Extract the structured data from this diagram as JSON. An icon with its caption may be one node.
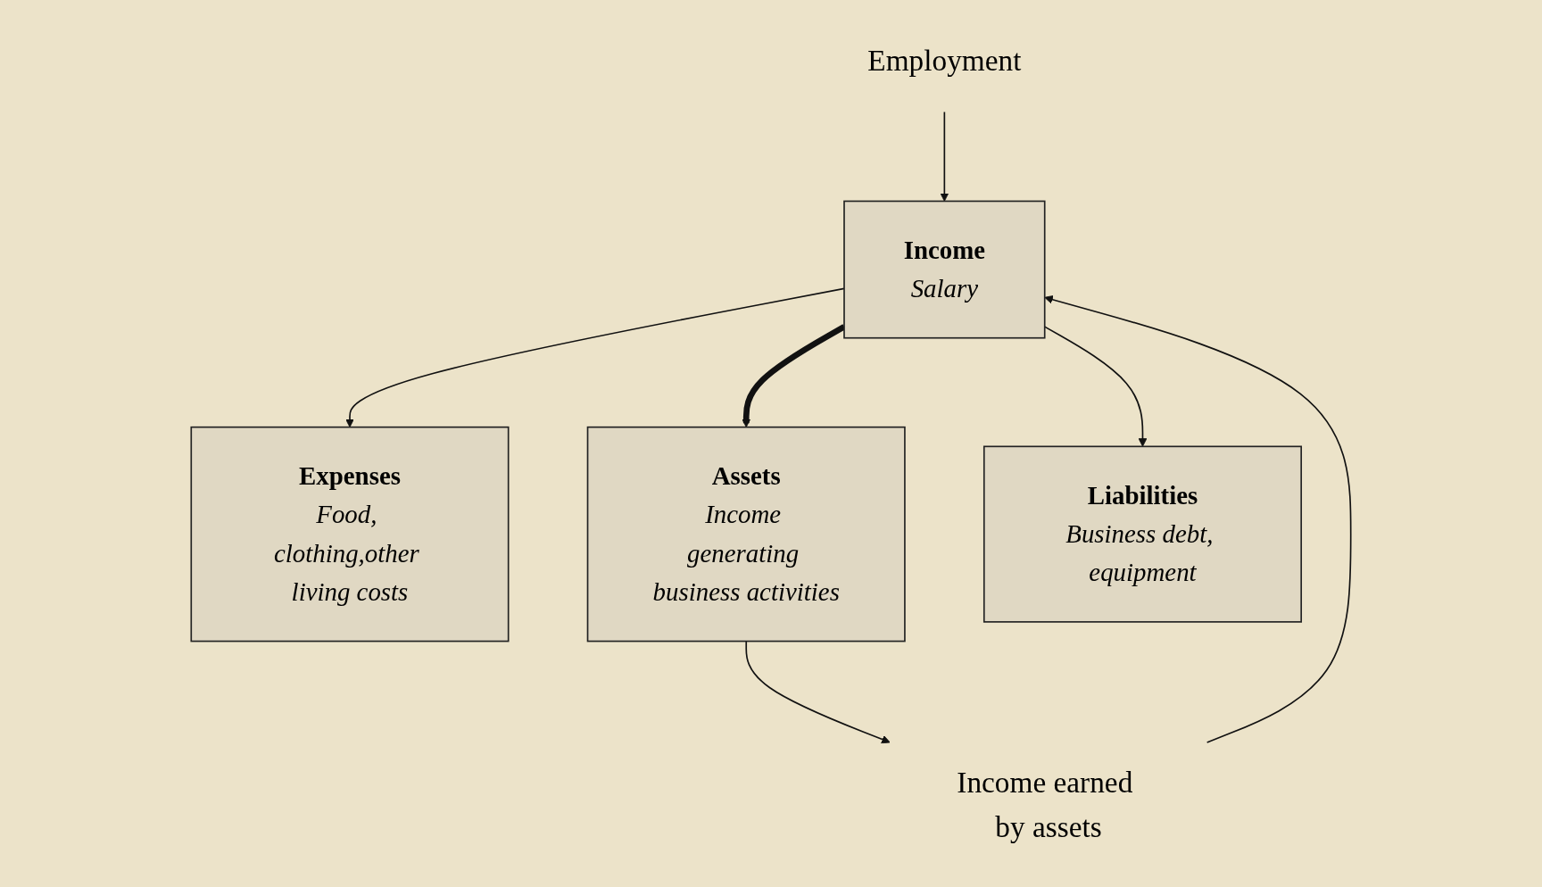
{
  "diagram": {
    "nodes": [
      {
        "text": [
          "Income",
          "Salary"
        ]
      },
      {
        "text": [
          "Expenses",
          "Food, clothing,other living costs"
        ]
      },
      {
        "text": [
          "Assets",
          "Income generating business activities"
        ]
      },
      {
        "text": [
          "Liabilities",
          "Business debt, equipment"
        ]
      },
      {
        "text": [
          "Employment"
        ]
      },
      {
        "text": [
          "Income earned by assets"
        ]
      }
    ],
    "edges": [
      {
        "from": 4,
        "to": 0,
        "arrow": "to"
      },
      {
        "from": 0,
        "to": 1,
        "arrow": "to"
      },
      {
        "from": 0,
        "to": 2,
        "arrow": "to",
        "style": "thick"
      },
      {
        "from": 0,
        "to": 3,
        "arrow": "to"
      },
      {
        "from": 2,
        "to": 5,
        "arrow": "to"
      },
      {
        "from": 5,
        "to": 0,
        "arrow": "to"
      }
    ]
  }
}
